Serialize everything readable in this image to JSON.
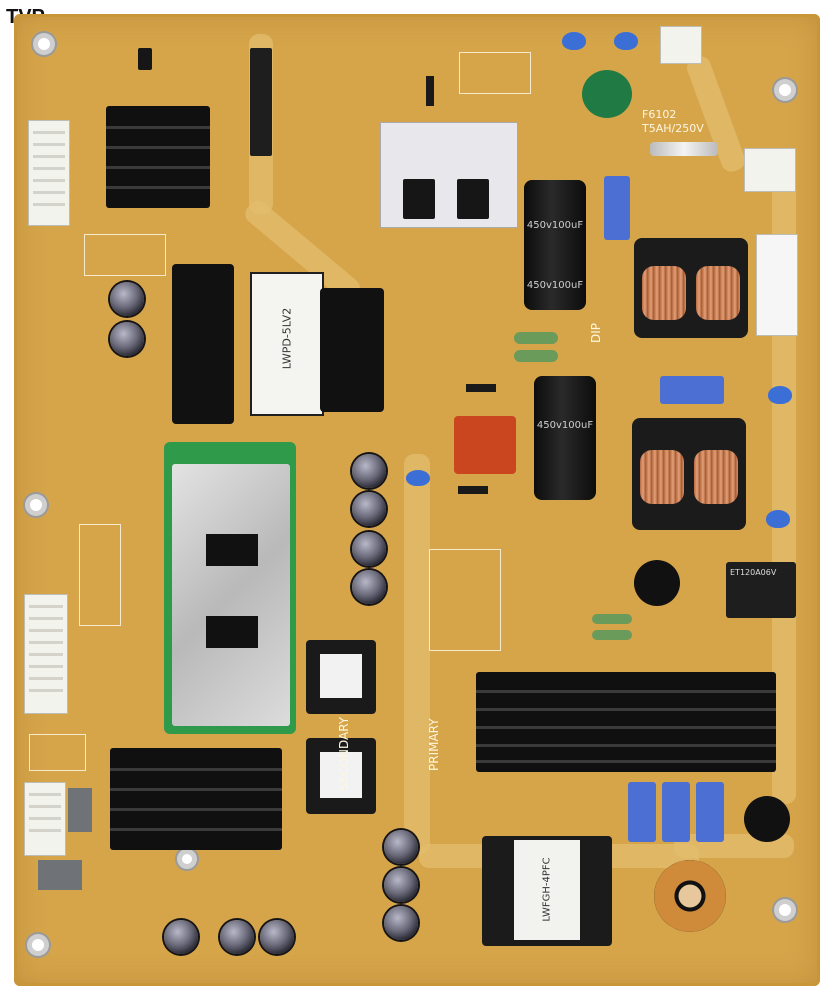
{
  "watermark": "TVP",
  "board": {
    "silkscreen": {
      "fuse_ref": "F6102",
      "fuse_rating": "T5AH/250V",
      "primary": "PRIMARY",
      "secondary": "SECONDARY",
      "dip": "DIP"
    },
    "capacitors": {
      "top_cap_label": "450v100uF",
      "top_cap_label_2": "450v100uF",
      "bottom_cap_label": "450v100uF"
    },
    "transformers": {
      "main_marking": "LWPD-5LV2",
      "bottom_marking": "LWFGH-4PFC"
    },
    "relay_marking": "ET120A06V"
  },
  "colors": {
    "pcb": "#d6a54a",
    "heatsink": "#101010",
    "shield": "#c9c9c9",
    "solder_mask_green": "#2e9a4a"
  }
}
